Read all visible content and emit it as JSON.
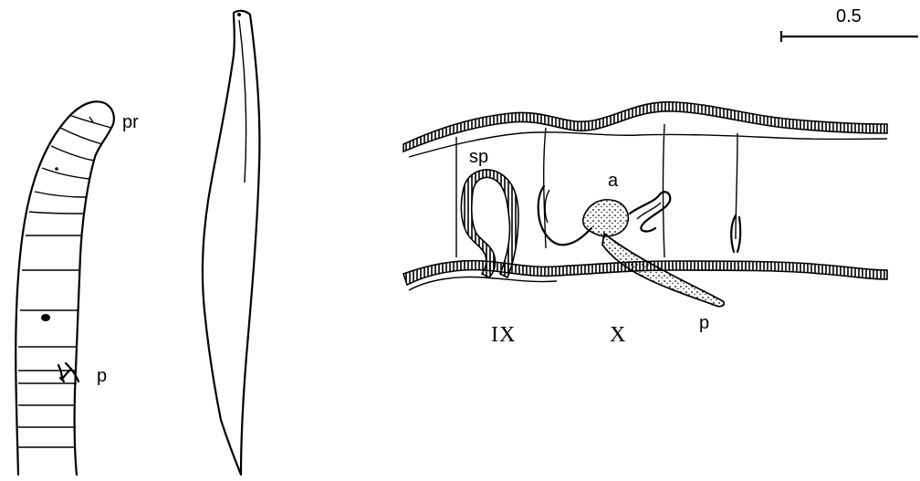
{
  "scale_bar": {
    "label": "0.5"
  },
  "panel_anterior": {
    "labels": {
      "prostomium": "pr",
      "penial_chaeta": "p"
    }
  },
  "panel_section": {
    "labels": {
      "spermatheca": "sp",
      "atrium": "a",
      "penis": "p"
    },
    "segments": [
      "IX",
      "X"
    ]
  }
}
